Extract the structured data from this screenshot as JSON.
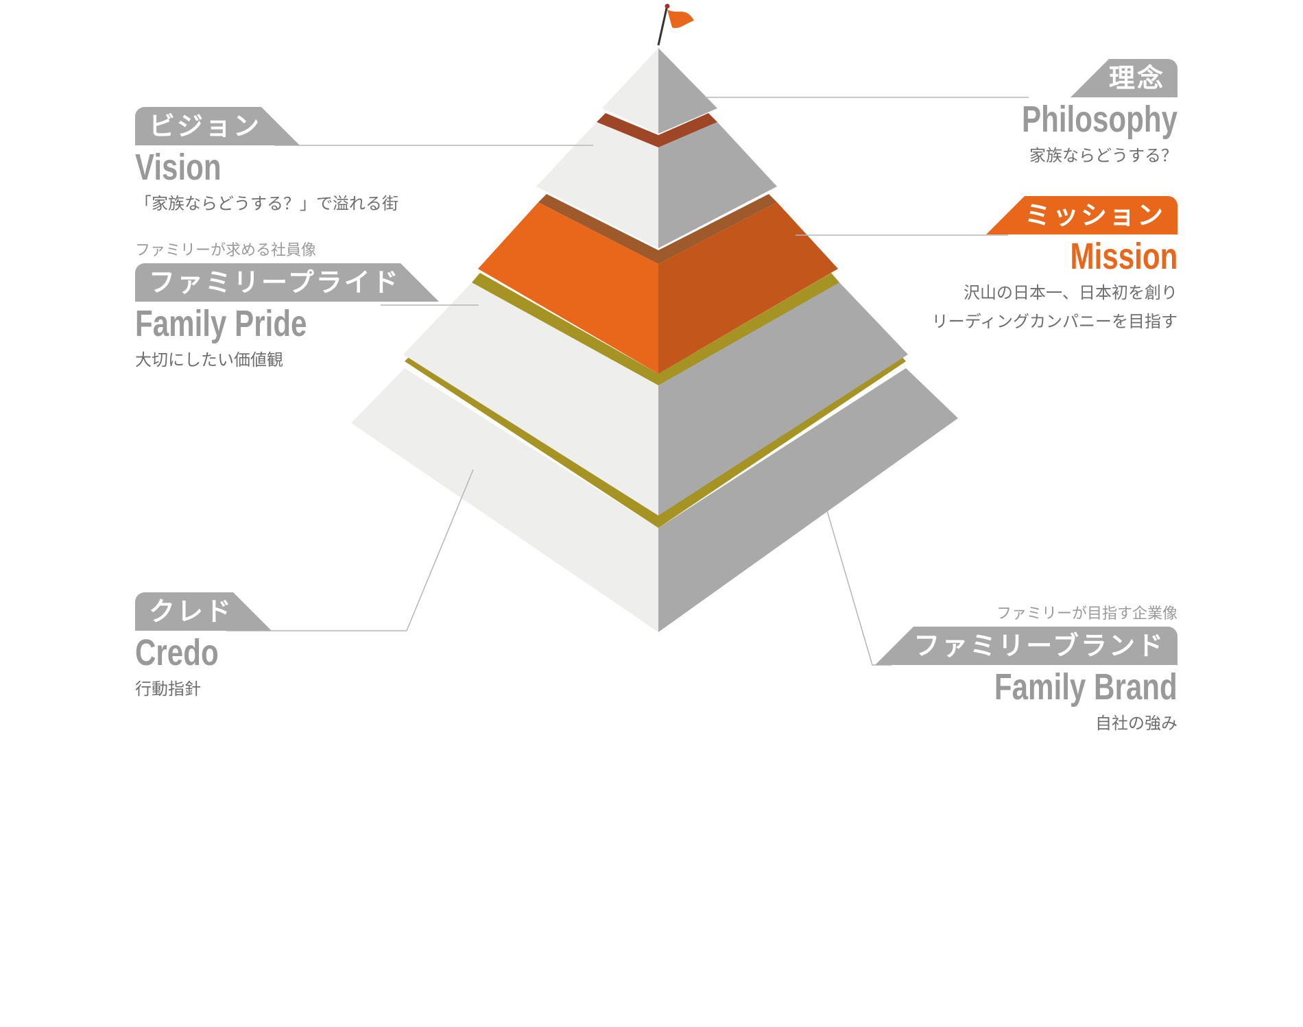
{
  "colors": {
    "light_face": "#eeeeed",
    "dark_face": "#a9a9a9",
    "orange": "#e8671a",
    "orange_dark": "#c3561b",
    "olive": "#a59423",
    "brown": "#9e4626",
    "leader_line": "#b5b5b5",
    "tab_gray": "#a8a8a8"
  },
  "icons": {
    "flag": "flag-icon"
  },
  "philosophy": {
    "tab": "理念",
    "en": "Philosophy",
    "desc": "家族ならどうする？"
  },
  "vision": {
    "tab": "ビジョン",
    "en": "Vision",
    "desc": "「家族ならどうする？」で溢れる街"
  },
  "mission": {
    "tab": "ミッション",
    "en": "Mission",
    "desc_lines": [
      "沢山の日本一、日本初を創り",
      "リーディングカンパニーを目指す"
    ]
  },
  "family_pride": {
    "sub": "ファミリーが求める社員像",
    "tab": "ファミリープライド",
    "en": "Family Pride",
    "desc": "大切にしたい価値観"
  },
  "credo": {
    "tab": "クレド",
    "en": "Credo",
    "desc": "行動指針"
  },
  "family_brand": {
    "sub": "ファミリーが目指す企業像",
    "tab": "ファミリーブランド",
    "en": "Family Brand",
    "desc": "自社の強み"
  }
}
